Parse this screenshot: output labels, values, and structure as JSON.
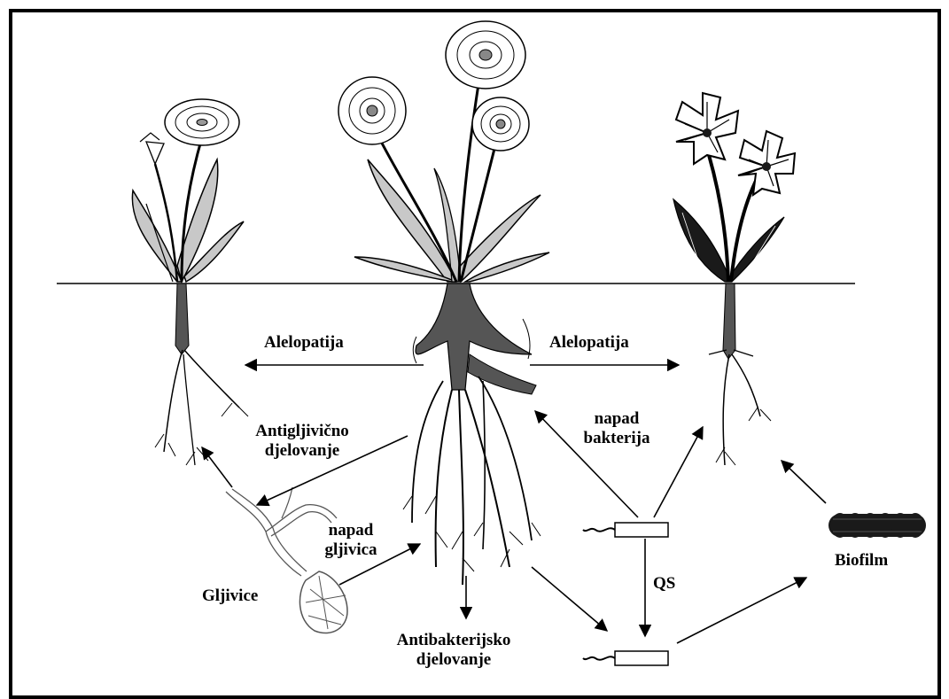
{
  "labels": {
    "allelopathy_left": "Alelopatija",
    "allelopathy_right": "Alelopatija",
    "antifungal_line1": "Antigljivično",
    "antifungal_line2": "djelovanje",
    "fungal_attack_line1": "napad",
    "fungal_attack_line2": "gljivica",
    "fungi": "Gljivice",
    "antibacterial_line1": "Antibakterijsko",
    "antibacterial_line2": "djelovanje",
    "bacterial_attack_line1": "napad",
    "bacterial_attack_line2": "bakterija",
    "qs": "QS",
    "biofilm": "Biofilm"
  },
  "colors": {
    "line": "#000000",
    "leaf_fill": "#c8c8c8",
    "root_fill": "#555555",
    "petal_fill": "#ffffff",
    "black_flower": "#1a1a1a"
  }
}
